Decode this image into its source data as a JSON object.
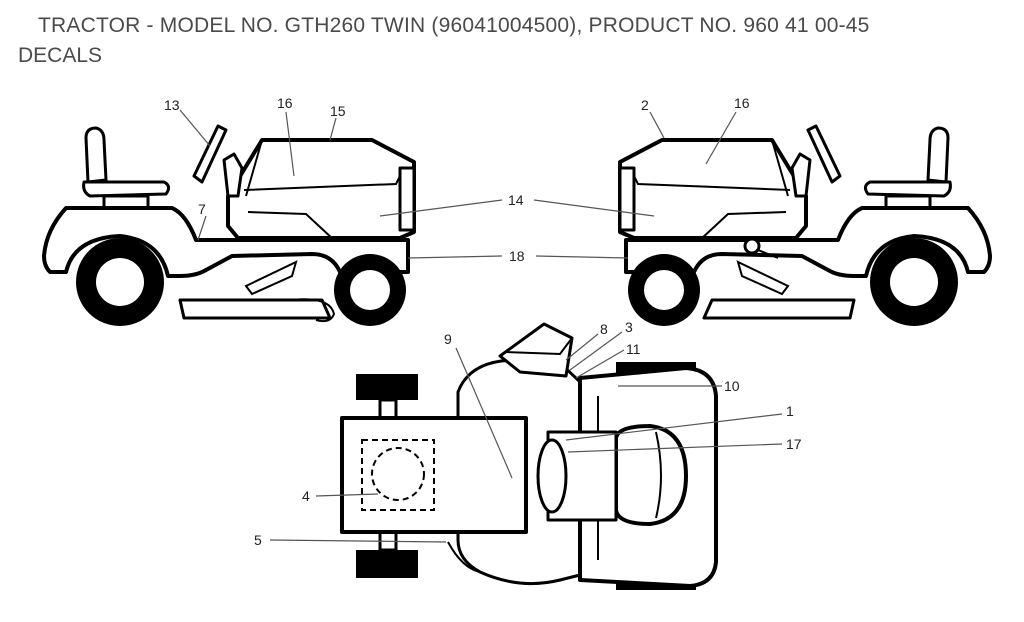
{
  "header": {
    "title": "TRACTOR - MODEL NO. GTH260 TWIN (96041004500), PRODUCT NO. 960 41 00-45",
    "subtitle": "DECALS"
  },
  "callouts": {
    "c1": "1",
    "c2": "2",
    "c3": "3",
    "c4": "4",
    "c5": "5",
    "c7": "7",
    "c8": "8",
    "c9": "9",
    "c10": "10",
    "c11": "11",
    "c13": "13",
    "c14": "14",
    "c15": "15",
    "c16a": "16",
    "c16b": "16",
    "c17": "17",
    "c18": "18"
  }
}
